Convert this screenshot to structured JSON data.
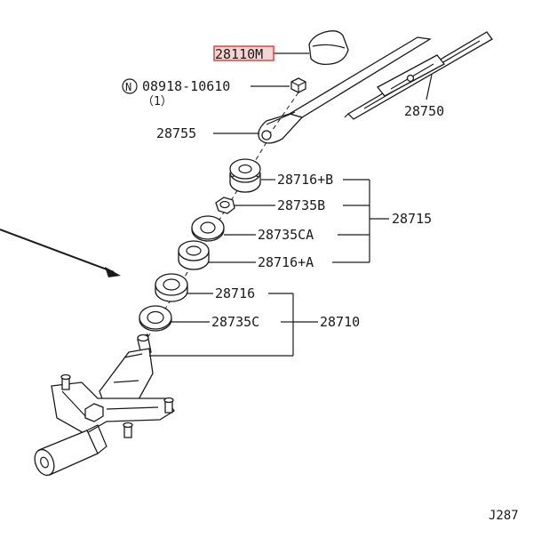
{
  "diagram": {
    "highlighted_part": "28110M",
    "bolt_code": "08918-10610",
    "bolt_qty": "（1）",
    "bolt_marker": "N",
    "parts": {
      "cap": "28110M",
      "blade": "28750",
      "arm": "28755",
      "bushing_b": "28716+B",
      "nut_b": "28735B",
      "washer_ca": "28735CA",
      "bushing_a": "28716+A",
      "kit": "28715",
      "bushing": "28716",
      "washer_c": "28735C",
      "motor": "28710"
    },
    "page_code": "J287"
  }
}
